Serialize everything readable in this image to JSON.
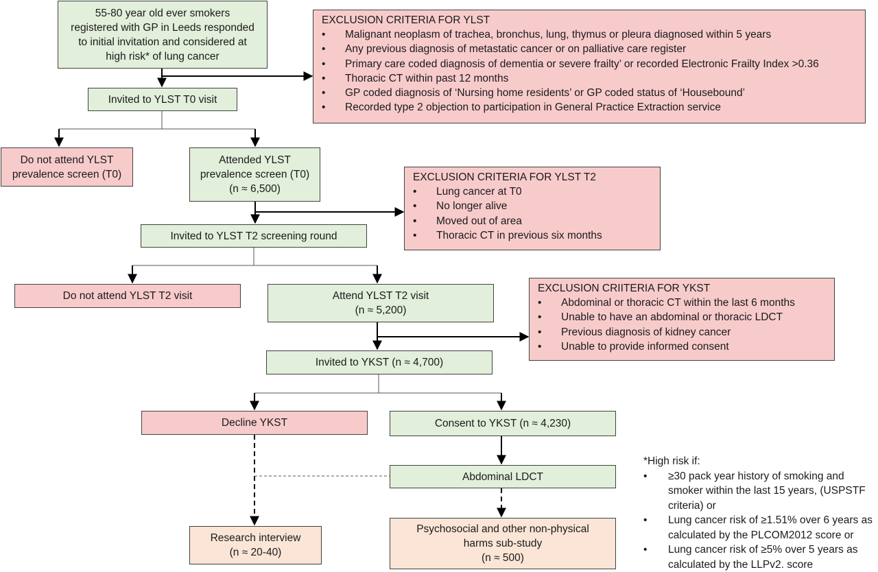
{
  "nodes": {
    "eligible": [
      "55-80 year old ever smokers",
      "registered with GP in Leeds responded",
      "to initial invitation and considered at",
      "high risk* of lung cancer"
    ],
    "invited_t0": "Invited to YLST T0 visit",
    "not_attend_t0": [
      "Do not attend YLST",
      "prevalence screen (T0)"
    ],
    "attended_t0": [
      "Attended YLST",
      "prevalence screen (T0)",
      "(n ≈ 6,500)"
    ],
    "invited_t2": "Invited to YLST T2 screening round",
    "not_attend_t2": "Do not attend YLST T2 visit",
    "attend_t2": [
      "Attend YLST T2 visit",
      "(n ≈ 5,200)"
    ],
    "invited_ykst": "Invited to YKST (n ≈ 4,700)",
    "decline_ykst": "Decline YKST",
    "consent_ykst": "Consent to YKST (n ≈ 4,230)",
    "abdominal_ldct": "Abdominal LDCT",
    "research_interview": [
      "Research interview",
      "(n ≈ 20-40)"
    ],
    "psychosocial": [
      "Psychosocial and other non-physical",
      "harms sub-study",
      "(n ≈ 500)"
    ]
  },
  "exclusions": {
    "ylst": {
      "title": "EXCLUSION CRITERIA FOR YLST",
      "items": [
        "Malignant neoplasm of trachea, bronchus, lung, thymus or pleura diagnosed within 5 years",
        "Any previous diagnosis of metastatic cancer or on palliative care register",
        "Primary care coded diagnosis of dementia or severe frailty’ or recorded Electronic Frailty Index >0.36",
        "Thoracic CT within past 12 months",
        "GP coded diagnosis of ‘Nursing home residents’ or GP coded status of ‘Housebound’",
        "Recorded type 2 objection to participation in General Practice Extraction service"
      ]
    },
    "ylst_t2": {
      "title": "EXCLUSION CRITERIA FOR YLST T2",
      "items": [
        "Lung cancer at T0",
        "No longer alive",
        "Moved out of area",
        "Thoracic CT in previous six months"
      ]
    },
    "ykst": {
      "title": "EXCLUSION CRIITERIA FOR YKST",
      "items": [
        "Abdominal or thoracic CT within the last 6 months",
        "Unable to have an abdominal or thoracic LDCT",
        "Previous diagnosis of kidney cancer",
        "Unable to provide informed consent"
      ]
    }
  },
  "footnote": {
    "title": "*High risk if:",
    "items": [
      "≥30 pack year history of smoking and smoker within the last 15 years, (USPSTF criteria) or",
      "Lung cancer risk of ≥1.51% over 6 years as calculated by the PLCOM2012 score or",
      "Lung cancer risk of ≥5% over 5 years as calculated by the LLPv2. score"
    ]
  },
  "colors": {
    "included": "#e2efda",
    "excluded": "#f8cbcb",
    "substudy": "#fbe5d6",
    "line": "#000000"
  }
}
